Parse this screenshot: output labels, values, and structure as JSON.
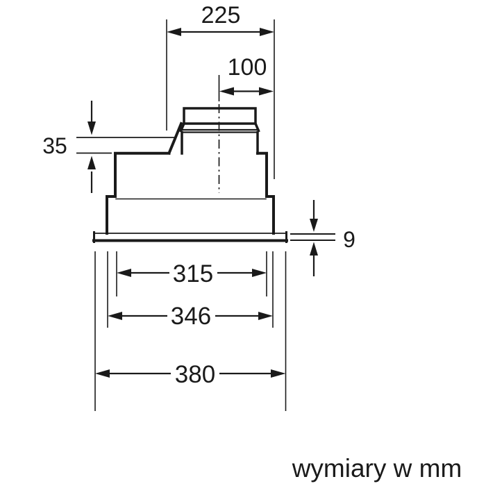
{
  "drawing": {
    "type": "technical dimension drawing",
    "subject": "built-in cooker hood side profile with duct collar",
    "colors": {
      "line": "#1a1a1a",
      "background": "#ffffff"
    },
    "dims": {
      "top_width": "225",
      "duct_offset": "100",
      "upper_step_height": "35",
      "flange_thickness": "9",
      "cutout_width": "315",
      "body_width": "346",
      "overall_width": "380"
    },
    "note": "wymiary w mm"
  }
}
